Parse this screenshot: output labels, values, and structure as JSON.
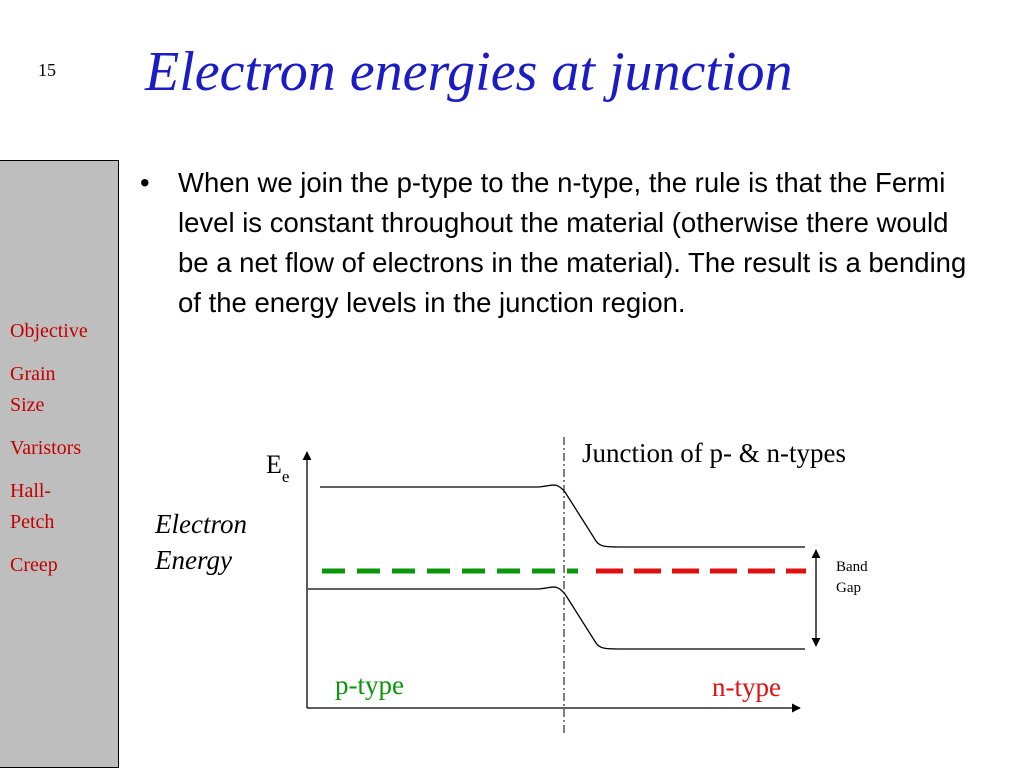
{
  "slide": {
    "number": "15",
    "title": "Electron energies at junction"
  },
  "sidebar": {
    "items": [
      {
        "label": "Objective"
      },
      {
        "label": "Grain Size"
      },
      {
        "label": "Varistors"
      },
      {
        "label": "Hall-Petch"
      },
      {
        "label": "Creep"
      }
    ]
  },
  "content": {
    "bullet": "•",
    "text": "When we join the p-type to the n-type, the rule is that the Fermi level is constant throughout the material (otherwise there would be a net flow of electrons in the material). The result is a bending of the energy levels in the junction region."
  },
  "diagram": {
    "junction_label": "Junction of p- & n-types",
    "axis_symbol": "E",
    "axis_subscript": "e",
    "axis_label_line1": "Electron",
    "axis_label_line2": "Energy",
    "band_gap_line1": "Band",
    "band_gap_line2": "Gap",
    "p_label": "p-type",
    "n_label": "n-type",
    "colors": {
      "title": "#1c1cc4",
      "nav": "#c40000",
      "fermi_p": "#0a960a",
      "fermi_n": "#e01010",
      "p_label": "#0a960a",
      "n_label": "#e01010"
    }
  }
}
